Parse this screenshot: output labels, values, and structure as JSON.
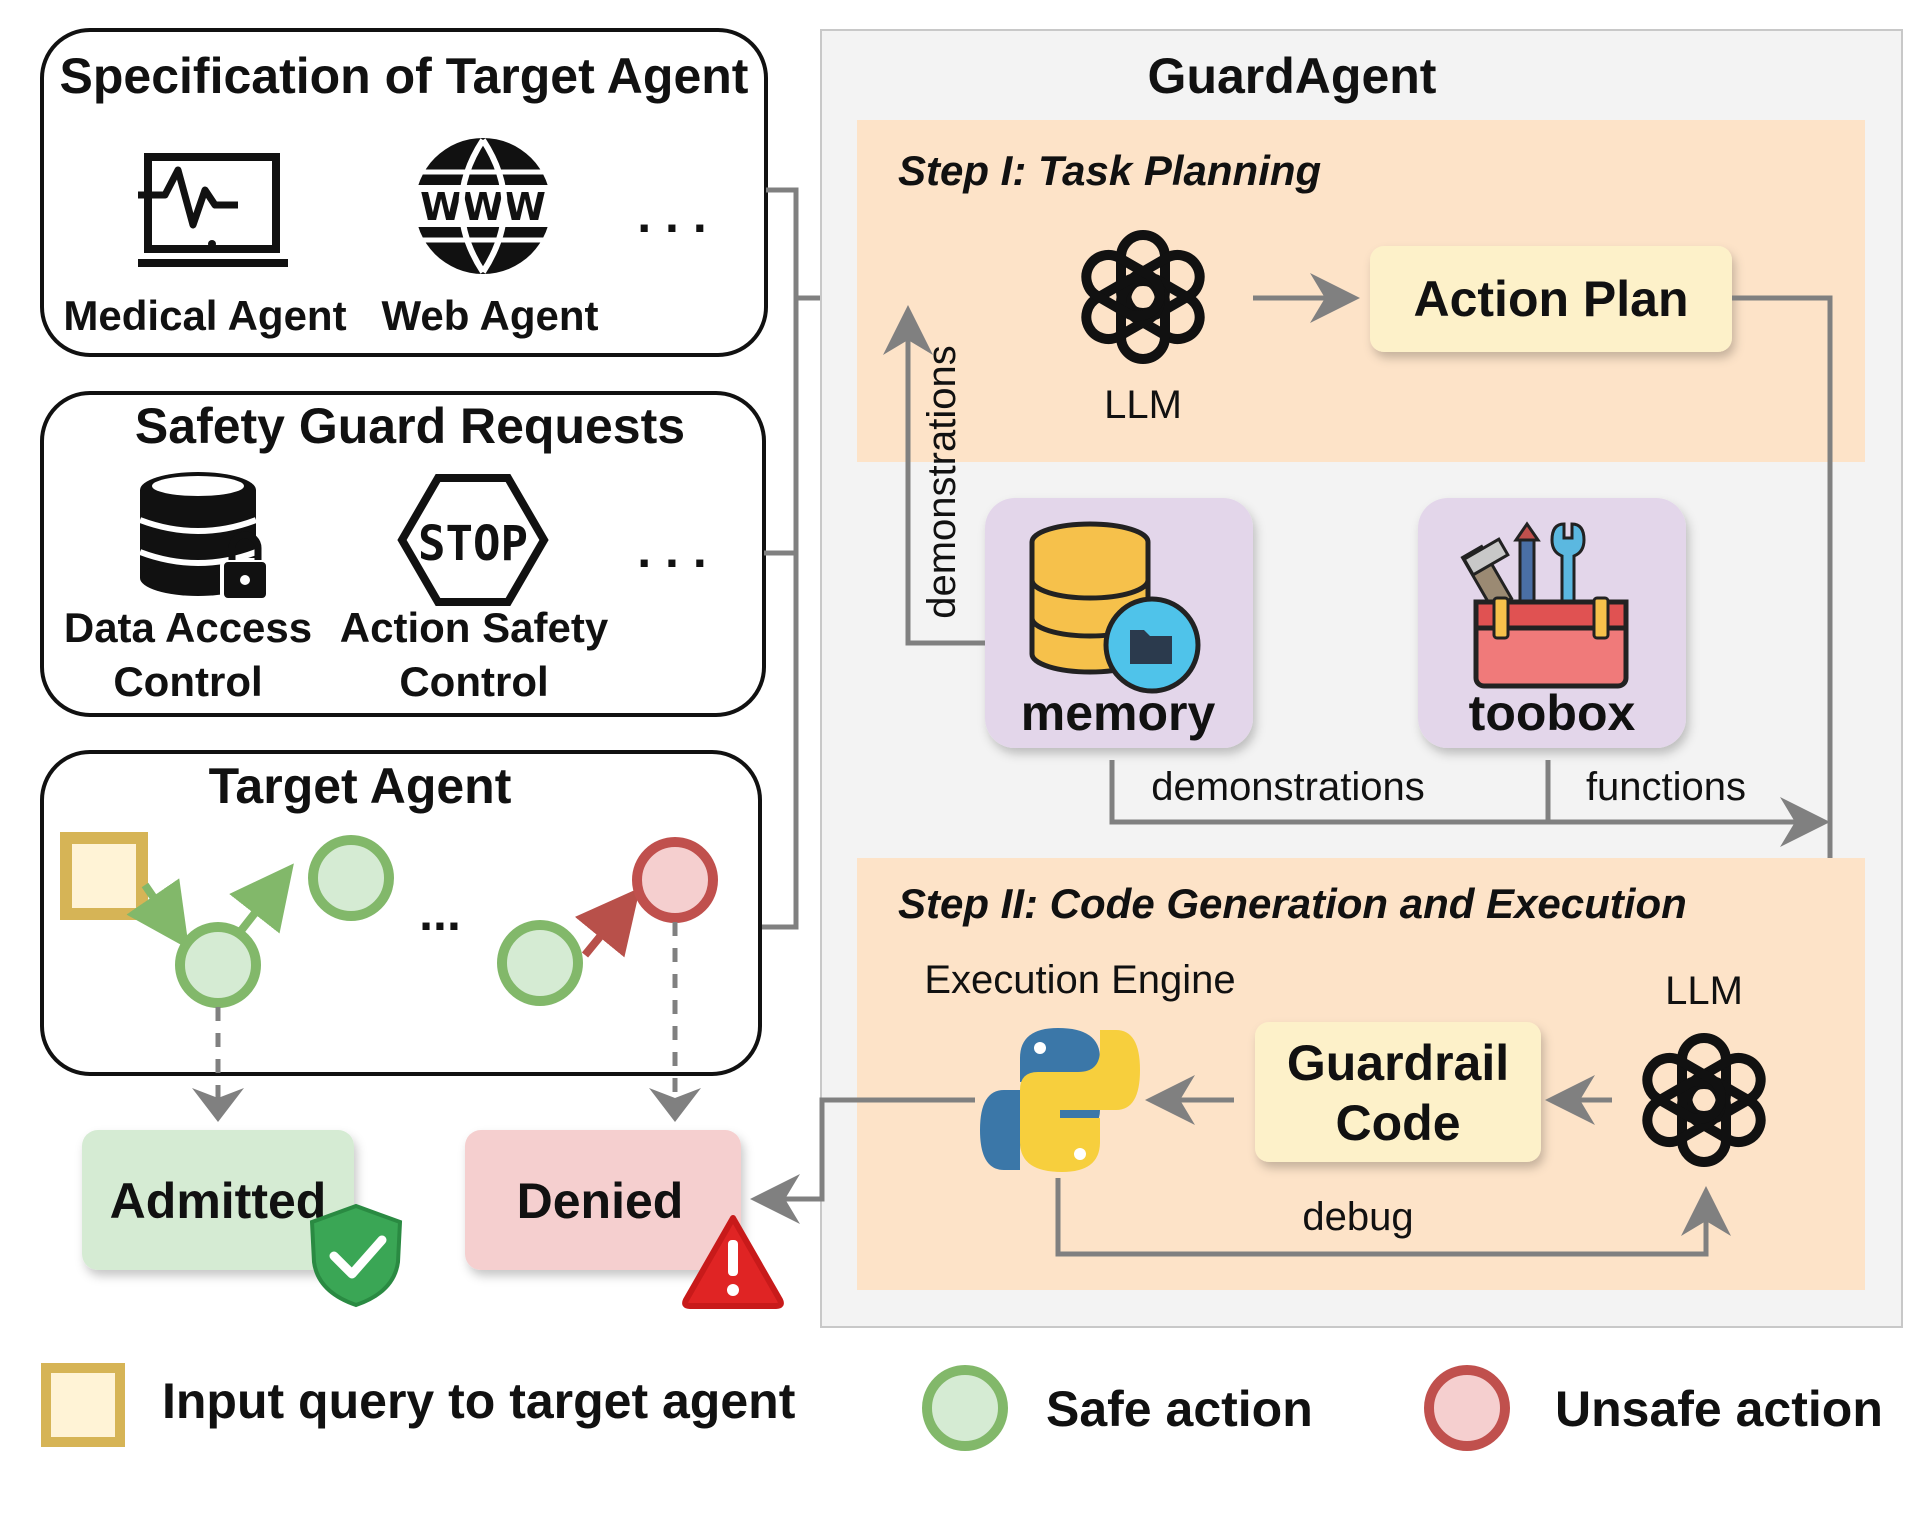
{
  "left": {
    "spec": {
      "title": "Specification of Target Agent",
      "items": [
        "Medical Agent",
        "Web Agent"
      ],
      "more": ". . ."
    },
    "safety": {
      "title": "Safety Guard Requests",
      "items": [
        {
          "line1": "Data Access",
          "line2": "Control"
        },
        {
          "line1": "Action Safety",
          "line2": "Control"
        }
      ],
      "more": ". . ."
    },
    "target": {
      "title": "Target Agent",
      "dots": "..."
    }
  },
  "guard": {
    "title": "GuardAgent",
    "step1": {
      "title": "Step I: Task Planning",
      "llm_label": "LLM",
      "action_plan": "Action Plan"
    },
    "memory_label": "memory",
    "toolbox_label": "toobox",
    "demo_vertical": "demonstrations",
    "demo_horizontal": "demonstrations",
    "functions": "functions",
    "step2": {
      "title": "Step II: Code Generation and Execution",
      "engine_label": "Execution Engine",
      "llm_label": "LLM",
      "guardrail_line1": "Guardrail",
      "guardrail_line2": "Code",
      "debug": "debug"
    }
  },
  "outcomes": {
    "admitted": "Admitted",
    "denied": "Denied"
  },
  "legend": {
    "input": "Input query to target agent",
    "safe": "Safe action",
    "unsafe": "Unsafe action"
  },
  "colors": {
    "step_bg": "#fde3c8",
    "guard_panel": "#f3f3f3",
    "plan_bg": "#fdf1c9",
    "purple_bg": "#e3d6ea",
    "admitted_bg": "#d5ebd3",
    "denied_bg": "#f5cfcf",
    "safe_green": "#82b86a",
    "unsafe_red": "#c0504d",
    "input_gold": "#d6b456",
    "arrow_gray": "#808080"
  }
}
